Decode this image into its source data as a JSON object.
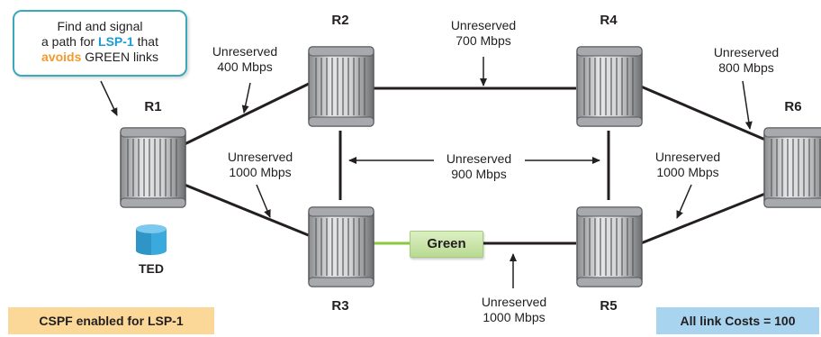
{
  "callout": {
    "line1": "Find and signal",
    "line2_pre": "a path for ",
    "line2_lsp": "LSP-1",
    "line2_post": " that",
    "line3_avoid": "avoids",
    "line3_post": " GREEN links"
  },
  "routers": {
    "r1": "R1",
    "r2": "R2",
    "r3": "R3",
    "r4": "R4",
    "r5": "R5",
    "r6": "R6"
  },
  "ted_label": "TED",
  "links": {
    "r1_r2": {
      "line1": "Unreserved",
      "line2": "400 Mbps"
    },
    "r1_r3": {
      "line1": "Unreserved",
      "line2": "1000 Mbps"
    },
    "r2_r4": {
      "line1": "Unreserved",
      "line2": "700 Mbps"
    },
    "middle": {
      "line1": "Unreserved",
      "line2": "900 Mbps"
    },
    "r4_r6": {
      "line1": "Unreserved",
      "line2": "800 Mbps"
    },
    "r5_r6": {
      "line1": "Unreserved",
      "line2": "1000 Mbps"
    },
    "r3_r5": {
      "line1": "Unreserved",
      "line2": "1000 Mbps"
    }
  },
  "green_label": "Green",
  "cspf_label": "CSPF enabled for LSP-1",
  "costs_label": "All link Costs = 100",
  "colors": {
    "callout_border": "#3aa9b8",
    "lsp_highlight": "#1a9bd7",
    "avoid_highlight": "#f39a2e",
    "green_link": "#8dc63f",
    "green_box": "#c9e3a6",
    "cspf_bg": "#fbd898",
    "costs_bg": "#a8d4ef",
    "ted": "#3aa9de"
  }
}
